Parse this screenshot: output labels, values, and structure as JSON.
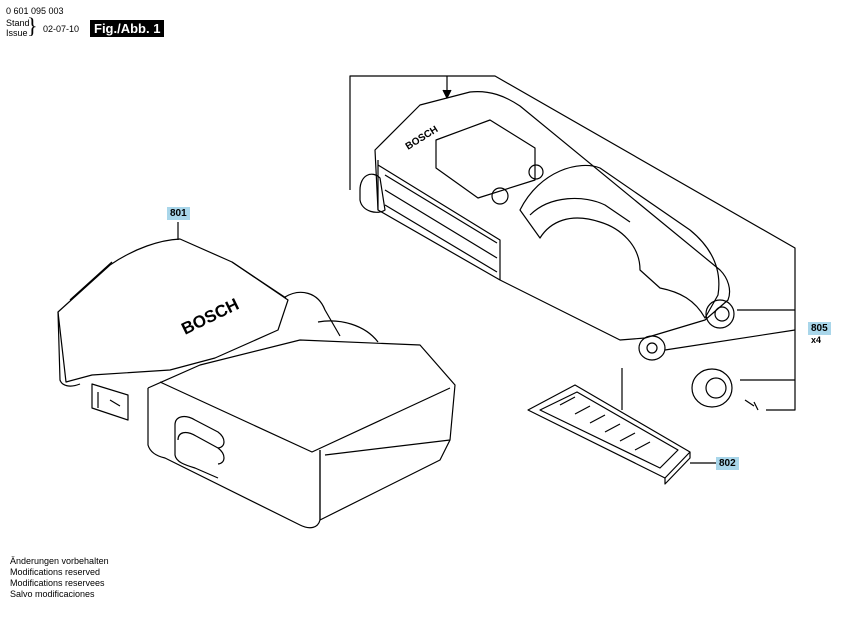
{
  "header": {
    "doc_number": "0 601 095 003",
    "stand_label": "Stand",
    "issue_label": "Issue",
    "date": "02-07-10",
    "fig_label": "Fig./Abb. 1"
  },
  "callouts": {
    "c801": "801",
    "c802": "802",
    "c805": "805",
    "c805_qty": "x4"
  },
  "brand": {
    "case_logo": "BOSCH",
    "device_logo": "BOSCH"
  },
  "footer": [
    "Änderungen vorbehalten",
    "Modifications reserved",
    "Modifications reservees",
    "Salvo modificaciones"
  ],
  "colors": {
    "callout_bg": "#a9d6ea",
    "badge_bg": "#000000"
  }
}
